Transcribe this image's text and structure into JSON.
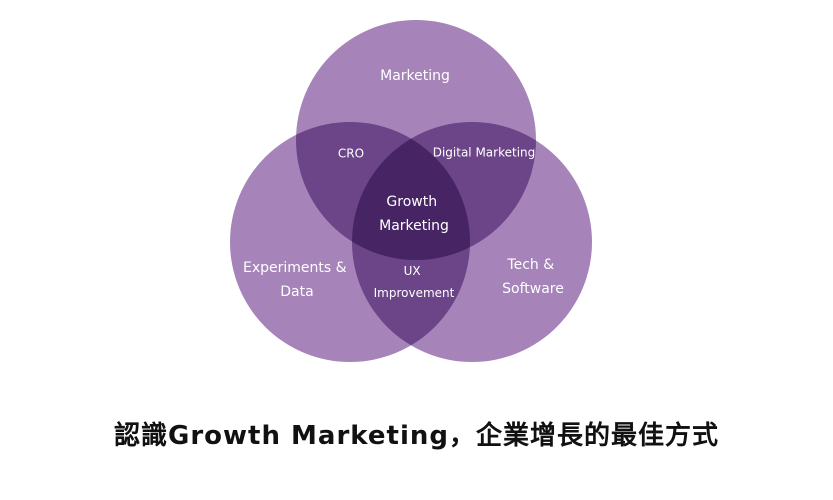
{
  "colors": {
    "circle_fill": "#a684ba",
    "label_text": "#ffffff",
    "caption_text": "#111111",
    "background": "#ffffff"
  },
  "diagram": {
    "circles": {
      "marketing": "Marketing",
      "experiments": [
        "Experiments &",
        "Data"
      ],
      "tech": [
        "Tech &",
        "Software"
      ]
    },
    "overlaps": {
      "cro": "CRO",
      "digital_marketing": "Digital Marketing",
      "ux": [
        "UX",
        "Improvement"
      ],
      "center": [
        "Growth",
        "Marketing"
      ]
    }
  },
  "caption": "認識Growth Marketing，企業增長的最佳方式"
}
